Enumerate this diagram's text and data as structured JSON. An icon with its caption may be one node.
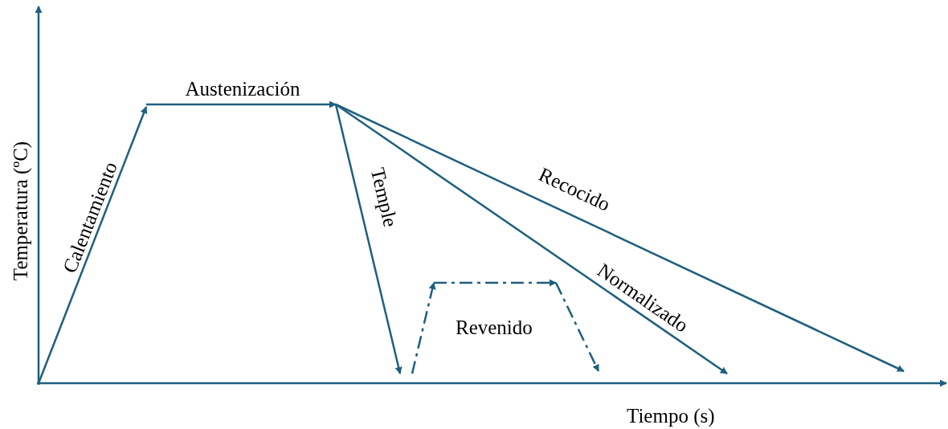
{
  "diagram": {
    "labels": [
      "Austenización",
      "Temperatura (ºC)",
      "Calentamiento",
      "Temple",
      "Recocido",
      "Normalizado",
      "Revenido",
      "Tiempo (s)"
    ]
  }
}
